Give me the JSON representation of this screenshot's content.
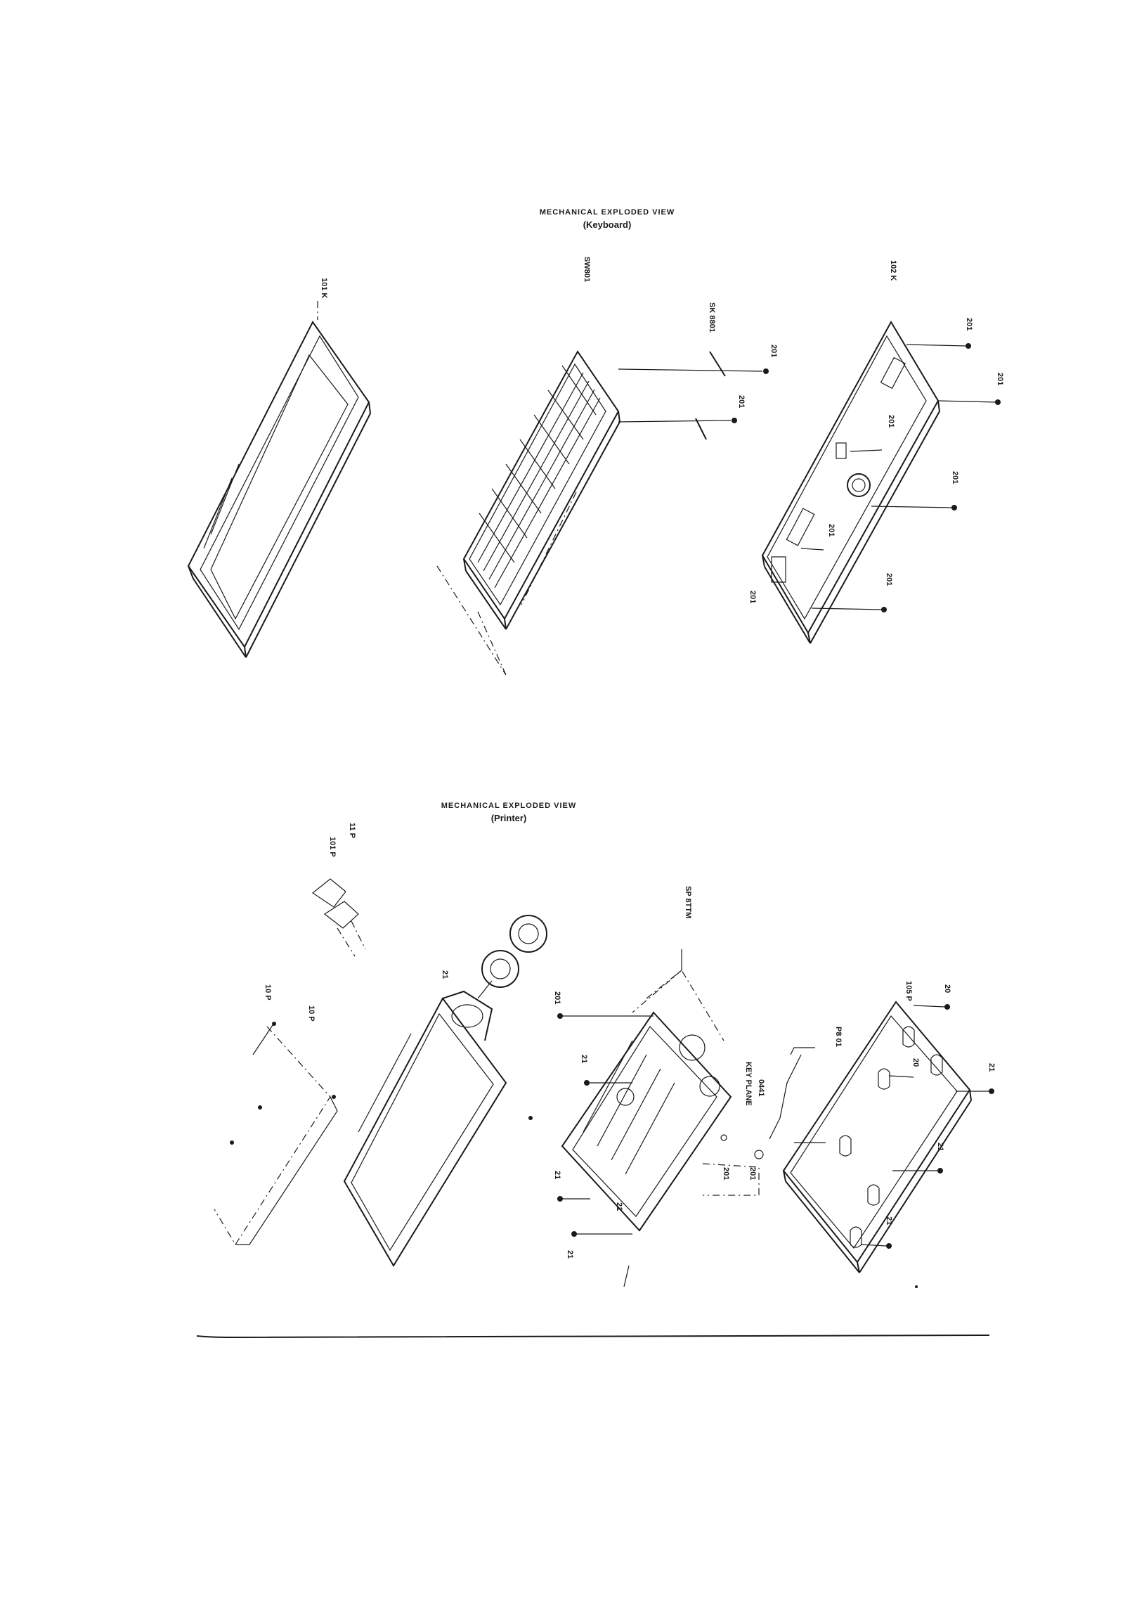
{
  "keyboard_section": {
    "title": "MECHANICAL EXPLODED VIEW",
    "subtitle": "(Keyboard)",
    "labels": {
      "top_case": "101 K",
      "keyboard_assy": "SW801",
      "cable": "SK 8801",
      "bottom_case": "102 K",
      "screw_a": "201",
      "screw_b": "201",
      "screw_c": "201",
      "screw_d": "201",
      "screw_e": "201",
      "screw_f": "201",
      "screw_g": "201",
      "screw_h": "201",
      "screw_i": "201"
    }
  },
  "printer_section": {
    "title": "MECHANICAL EXPLODED VIEW",
    "subtitle": "(Printer)",
    "labels": {
      "part_101p": "101 P",
      "part_11p": "11 P",
      "part_10p_a": "10 P",
      "part_10p_b": "10 P",
      "cover": "21",
      "mechanism": "SP 8TTM",
      "screw_top": "201",
      "screw_2": "21",
      "screw_3": "21",
      "screw_4": "21",
      "screw_5": "21",
      "nut_1": "201",
      "nut_2": "201",
      "lever": "KEY PLANE",
      "lever2": "0441",
      "cable": "P8 01",
      "base_top": "105 P",
      "base_s1": "20",
      "base_s2": "20",
      "base_s3": "21",
      "base_s4": "21",
      "base_s5": "21"
    }
  }
}
